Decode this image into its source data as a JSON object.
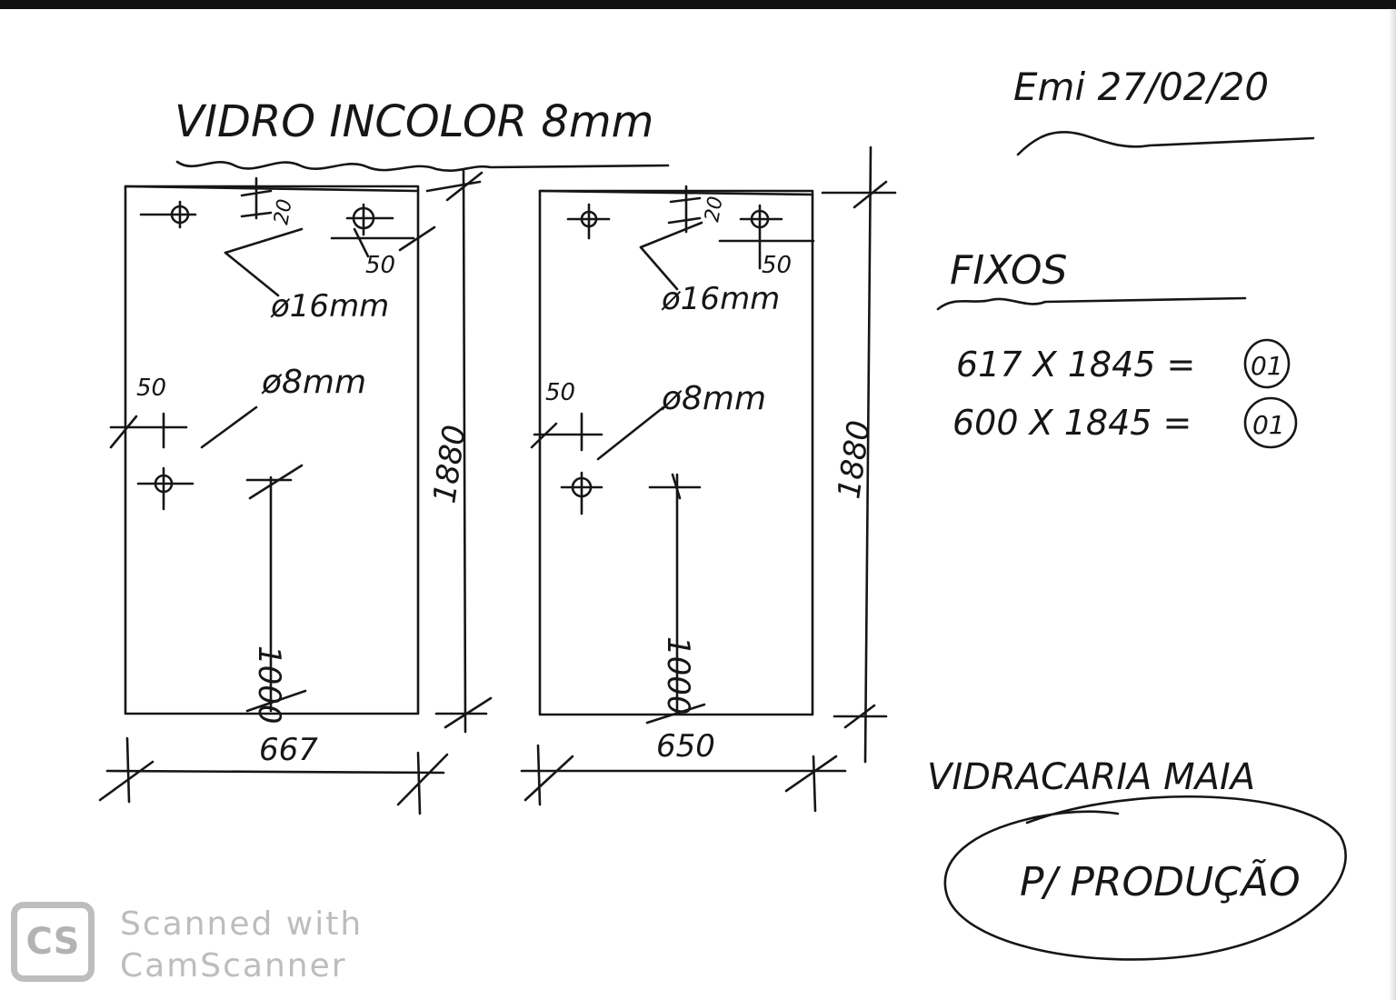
{
  "sheet": {
    "title": "VIDRO INCOLOR 8mm",
    "date": "Emi 27/02/20"
  },
  "panel_left": {
    "hole_large": "ø16mm",
    "hole_small": "ø8mm",
    "offset_top": "20",
    "offset_right": "50",
    "offset_left": "50",
    "height": "1880",
    "hinge_height": "1000",
    "width": "667"
  },
  "panel_right": {
    "hole_large": "ø16mm",
    "hole_small": "ø8mm",
    "offset_top": "20",
    "offset_right": "50",
    "offset_left": "50",
    "height": "1880",
    "hinge_height": "1000",
    "width": "650"
  },
  "order": {
    "heading": "FIXOS",
    "rows": [
      {
        "size": "617 X 1845 =",
        "qty": "01"
      },
      {
        "size": "600 X 1845 =",
        "qty": "01"
      }
    ]
  },
  "company": {
    "name": "VIDRACARIA MAIA",
    "stamp": "P/ PRODUÇÃO"
  },
  "watermark": {
    "logo": "CS",
    "line1": "Scanned with",
    "line2": "CamScanner"
  },
  "colors": {
    "ink": "#161616",
    "watermark": "#bdbdbd"
  }
}
